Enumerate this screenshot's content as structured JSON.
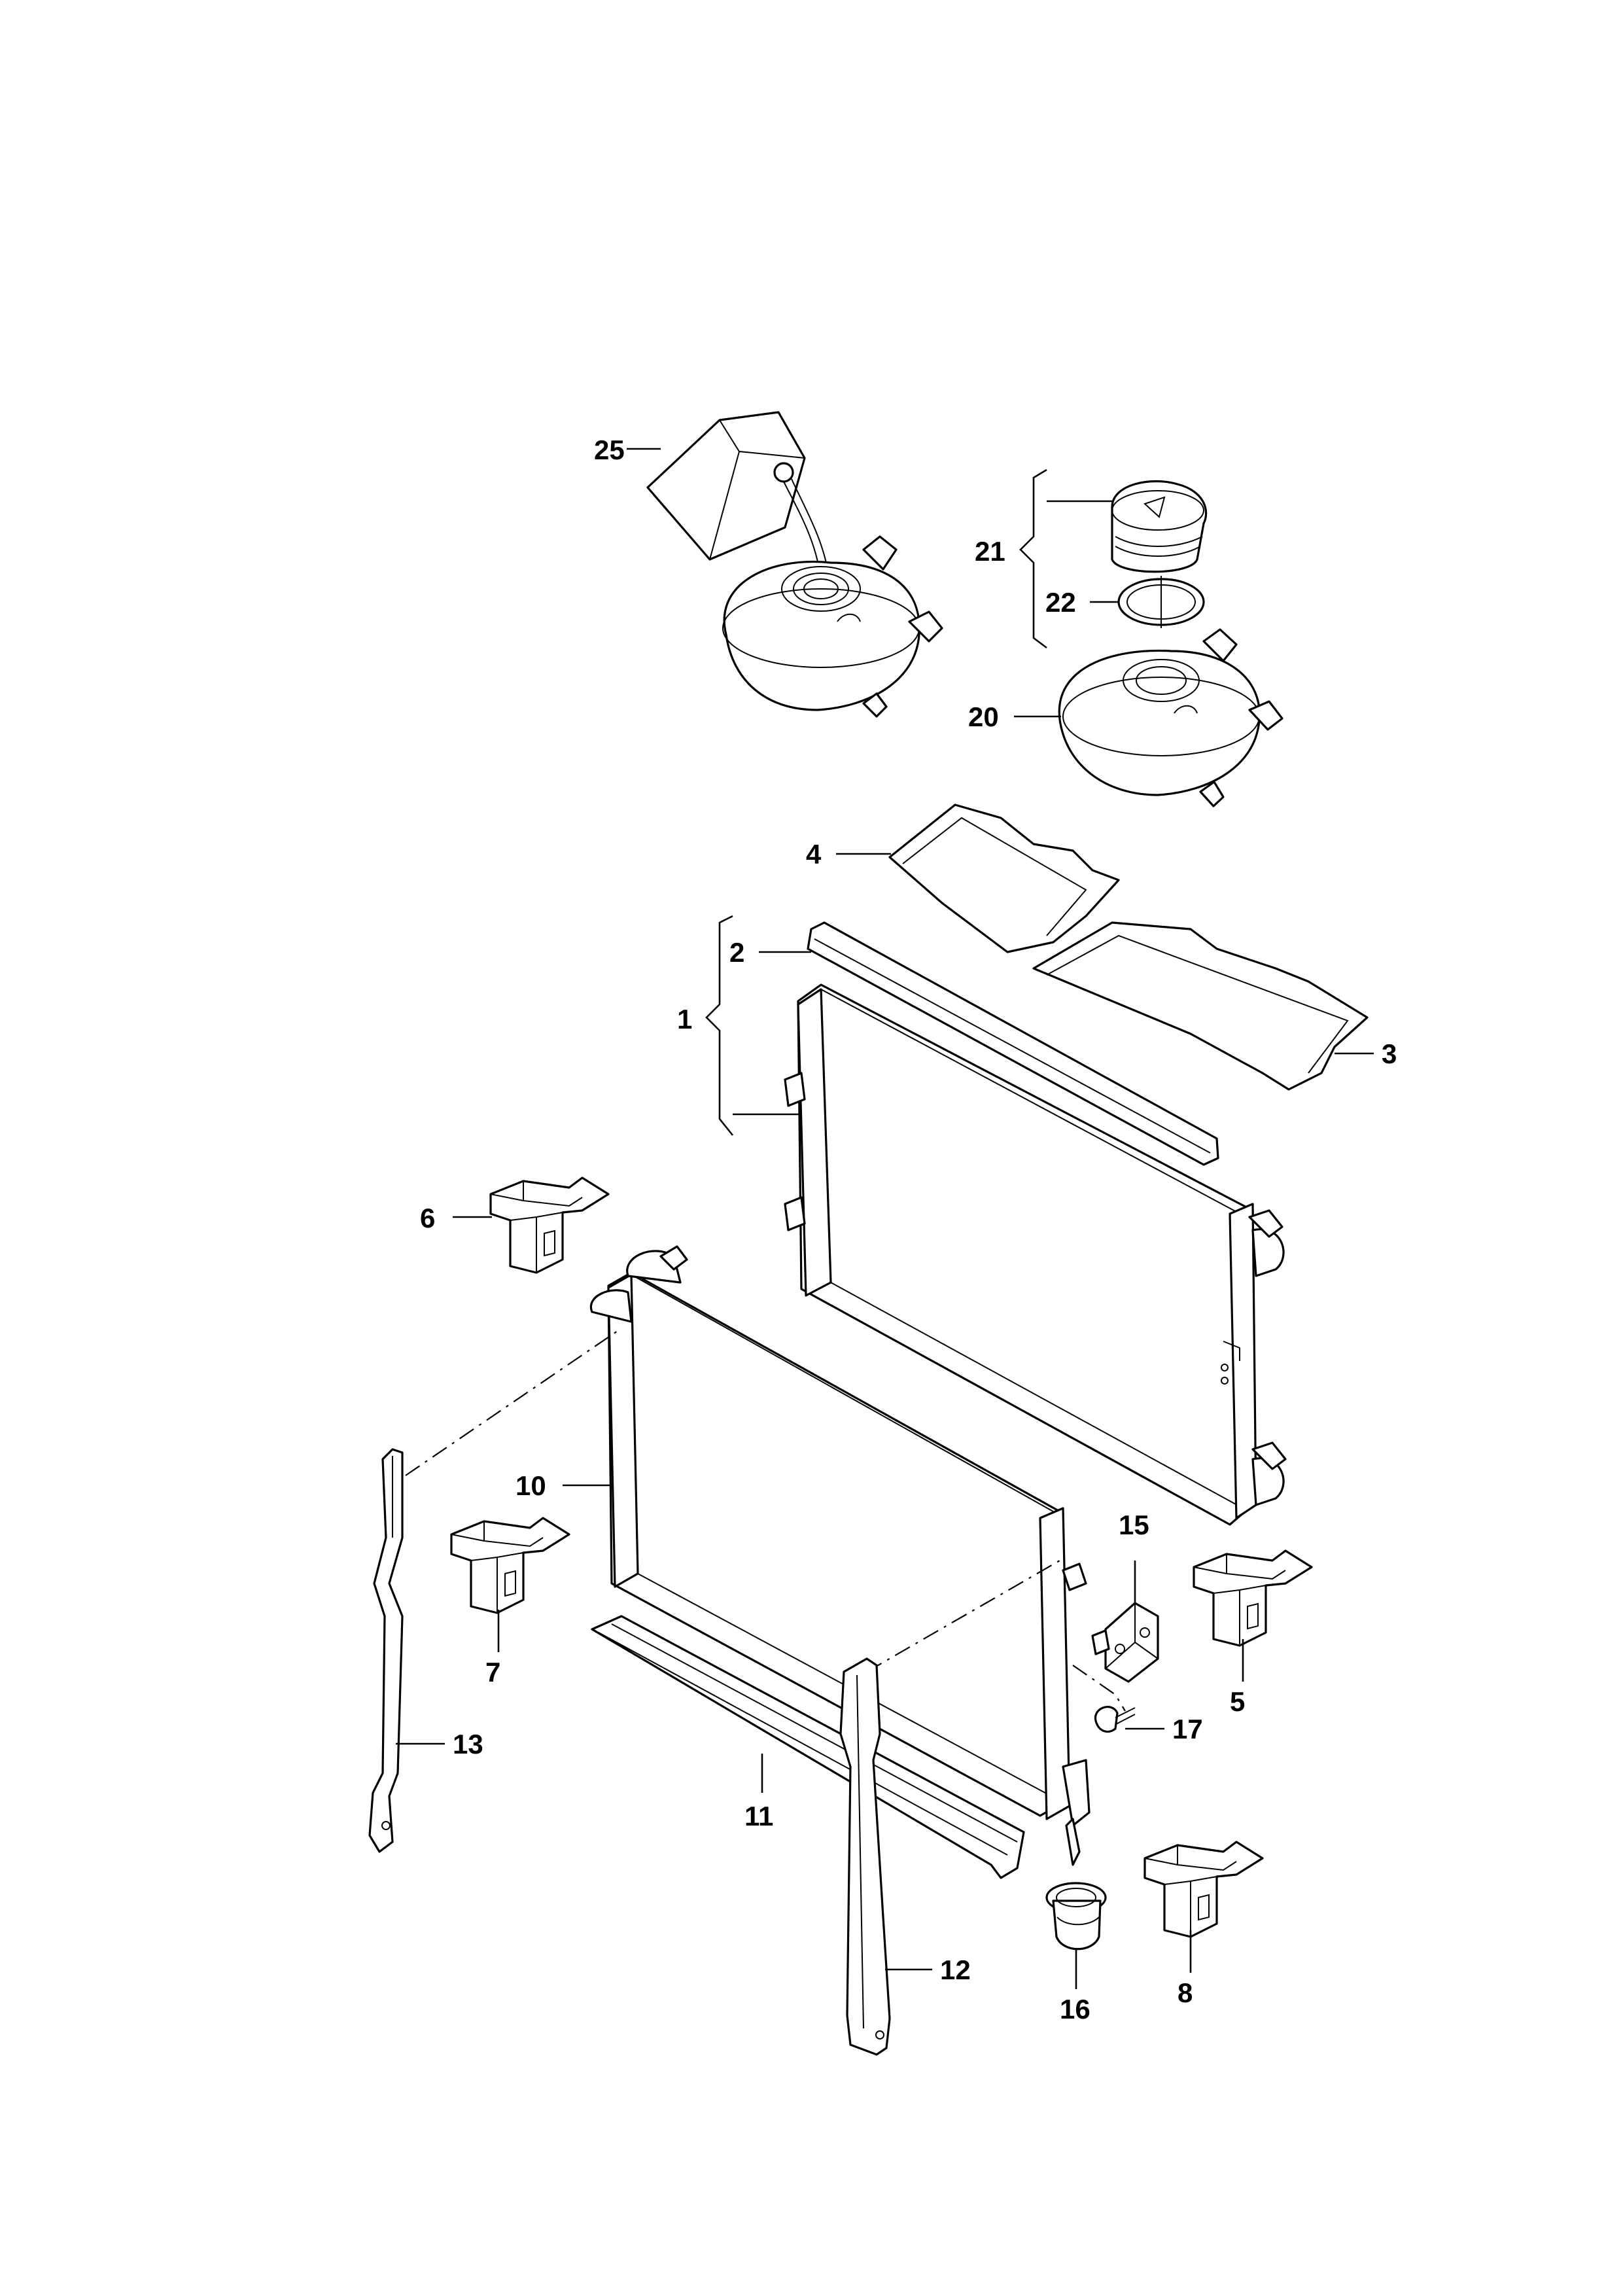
{
  "callouts": [
    {
      "id": "c1",
      "label": "1"
    },
    {
      "id": "c2",
      "label": "2"
    },
    {
      "id": "c3",
      "label": "3"
    },
    {
      "id": "c4",
      "label": "4"
    },
    {
      "id": "c5",
      "label": "5"
    },
    {
      "id": "c6",
      "label": "6"
    },
    {
      "id": "c7",
      "label": "7"
    },
    {
      "id": "c8",
      "label": "8"
    },
    {
      "id": "c10",
      "label": "10"
    },
    {
      "id": "c11",
      "label": "11"
    },
    {
      "id": "c12",
      "label": "12"
    },
    {
      "id": "c13",
      "label": "13"
    },
    {
      "id": "c15",
      "label": "15"
    },
    {
      "id": "c16",
      "label": "16"
    },
    {
      "id": "c17",
      "label": "17"
    },
    {
      "id": "c20",
      "label": "20"
    },
    {
      "id": "c21",
      "label": "21"
    },
    {
      "id": "c22",
      "label": "22"
    },
    {
      "id": "c25",
      "label": "25"
    }
  ],
  "colors": {
    "line": "#000000",
    "background": "#ffffff"
  }
}
